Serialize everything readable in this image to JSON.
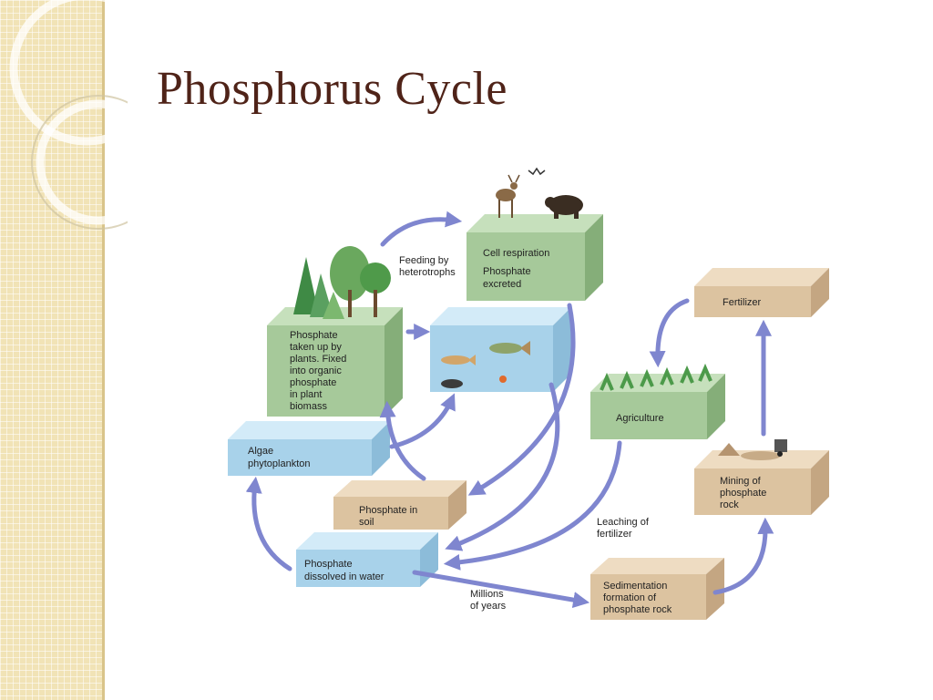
{
  "slide": {
    "title": "Phosphorus Cycle"
  },
  "diagram": {
    "plants_box": [
      "Phosphate",
      "taken up by",
      "plants. Fixed",
      "into organic",
      "phosphate",
      "in plant",
      "biomass"
    ],
    "animals_box": {
      "line1": "Cell respiration",
      "line2": "Phosphate",
      "line3": "excreted"
    },
    "feeding_label": [
      "Feeding by",
      "heterotrophs"
    ],
    "algae_box": [
      "Algae",
      "phytoplankton"
    ],
    "soil_box": [
      "Phosphate in",
      "soil"
    ],
    "water_box": [
      "Phosphate",
      "dissolved in water"
    ],
    "millions_label": [
      "Millions",
      "of years"
    ],
    "sediment_box": [
      "Sedimentation",
      "formation of",
      "phosphate rock"
    ],
    "mining_box": [
      "Mining of",
      "phosphate",
      "rock"
    ],
    "fertilizer_box": "Fertilizer",
    "agriculture_box": "Agriculture",
    "leaching_label": [
      "Leaching of",
      "fertilizer"
    ]
  },
  "colors": {
    "title": "#4f2318",
    "green_box": "#a6c99a",
    "blue_box": "#a8d2ea",
    "tan_box": "#dcc3a0",
    "arrow": "#7f86cf"
  }
}
